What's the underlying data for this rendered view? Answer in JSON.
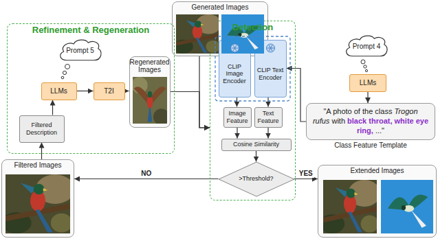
{
  "diagram": {
    "nodes": [
      {
        "text": [
          "Generated Images"
        ]
      },
      {
        "text": [
          "Refinement & Regeneration"
        ]
      },
      {
        "text": [
          "Prompt 5"
        ],
        "in": 1
      },
      {
        "text": [
          "LLMs"
        ],
        "in": 1
      },
      {
        "text": [
          "T2I"
        ],
        "in": 1
      },
      {
        "text": [
          "Regenerated Images"
        ],
        "in": 1
      },
      {
        "text": [
          "Filtered Description"
        ],
        "in": 1
      },
      {
        "text": [
          "Detection"
        ]
      },
      {
        "text": [
          "CLIP Image Encoder"
        ],
        "in": 7
      },
      {
        "text": [
          "CLIP Text Encoder"
        ],
        "in": 7
      },
      {
        "text": [
          "Image Feature"
        ],
        "in": 7
      },
      {
        "text": [
          "Text Feature"
        ],
        "in": 7
      },
      {
        "text": [
          "Cosine Similarity"
        ],
        "in": 7
      },
      {
        "text": [
          ">Threshold?"
        ],
        "in": 7
      },
      {
        "text": [
          "Prompt 4"
        ]
      },
      {
        "text": [
          "LLMs"
        ]
      },
      {
        "text": [
          "\"A photo of the class",
          "Trogon rufus",
          "with",
          "black throat, white eye ring,",
          "...\"",
          "Class Feature Template"
        ]
      },
      {
        "text": [
          "Filtered Images"
        ]
      },
      {
        "text": [
          "Extended Images"
        ]
      }
    ],
    "edges": [
      {
        "from": 0,
        "to": 7,
        "arrow": "to"
      },
      {
        "from": 5,
        "to": 7,
        "arrow": "to"
      },
      {
        "from": 15,
        "to": 16,
        "arrow": "to"
      },
      {
        "from": 16,
        "to": 9,
        "arrow": "to"
      },
      {
        "from": 8,
        "to": 10,
        "arrow": "to"
      },
      {
        "from": 9,
        "to": 11,
        "arrow": "to"
      },
      {
        "from": 10,
        "to": 12,
        "arrow": "to"
      },
      {
        "from": 11,
        "to": 12,
        "arrow": "to"
      },
      {
        "from": 12,
        "to": 13,
        "arrow": "to"
      },
      {
        "from": 13,
        "to": 18,
        "label": "YES",
        "arrow": "to"
      },
      {
        "from": 13,
        "to": 17,
        "label": "NO",
        "arrow": "to"
      },
      {
        "from": 17,
        "to": 6,
        "arrow": "to"
      },
      {
        "from": 6,
        "to": 3,
        "arrow": "to"
      },
      {
        "from": 3,
        "to": 4,
        "arrow": "to"
      },
      {
        "from": 4,
        "to": 5,
        "arrow": "to"
      }
    ]
  }
}
